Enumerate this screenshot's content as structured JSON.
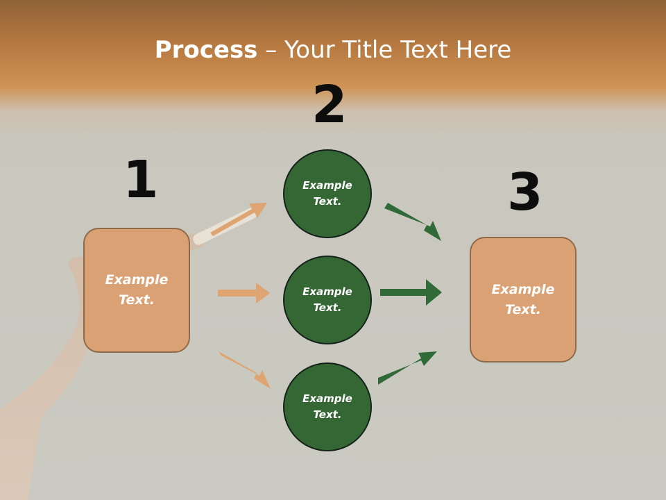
{
  "title": {
    "bold": "Process",
    "rest": " – Your Title Text Here"
  },
  "steps": [
    {
      "number": "1",
      "text": "Example Text."
    },
    {
      "number": "2",
      "items": [
        "Example Text.",
        "Example Text.",
        "Example Text."
      ]
    },
    {
      "number": "3",
      "text": "Example Text."
    }
  ],
  "colors": {
    "orange_box": "#daa274",
    "green_circle": "#346734",
    "orange_arrow": "#dea472",
    "green_arrow": "#2f6a38"
  }
}
